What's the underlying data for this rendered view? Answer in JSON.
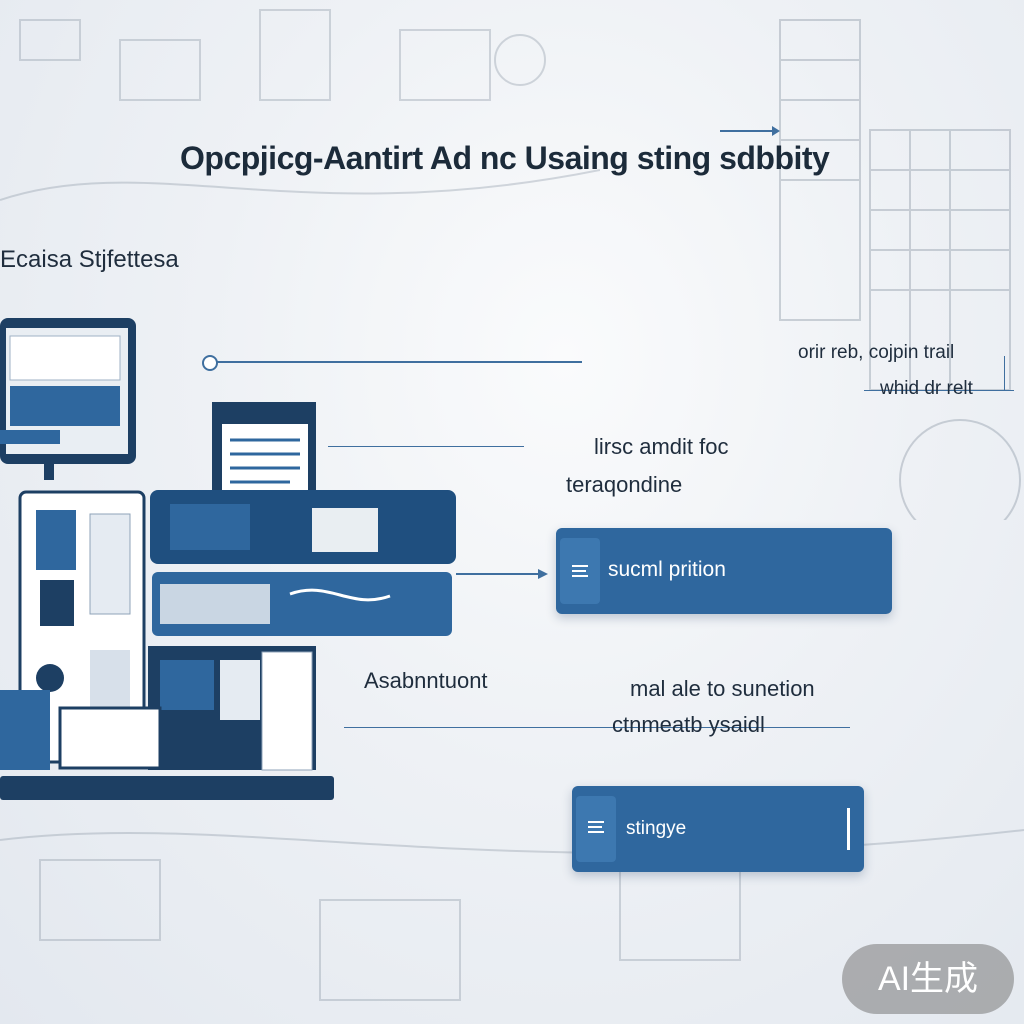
{
  "title": "Opcpjicg-Aantirt Ad nc Usaing sting sdbbity",
  "subtitle": "Ecaisa Stjfettesa",
  "annotations": {
    "top_right_1": "orir reb, cojpin trail",
    "top_right_2": "whid dr relt",
    "middle_1": "lirsc amdit foc",
    "middle_2": "teraqondine",
    "left_label": "Asabnntuont",
    "lower_1": "mal ale to sunetion",
    "lower_2": "ctnmeatb ysaidl"
  },
  "boxes": {
    "box1_label": "sucml prition",
    "box2_label": "stingye"
  },
  "badge": "AI生成",
  "colors": {
    "primary_blue": "#2f679e",
    "dark_navy": "#1f4f7f",
    "line": "#3f6f9f"
  }
}
